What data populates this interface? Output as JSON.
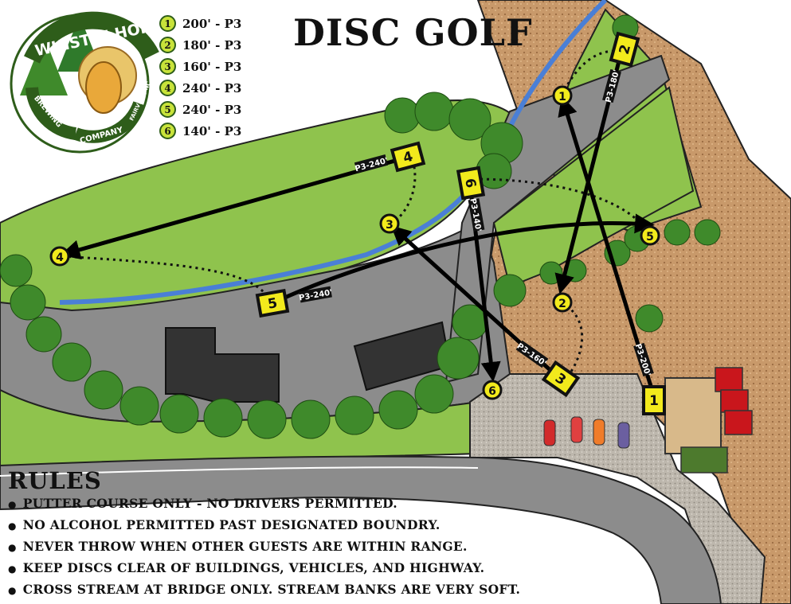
{
  "title": "DISC GOLF",
  "logo": {
    "top_text": "WHISTLE HOP",
    "left_text": "BREWING",
    "bottom_text": "COMPANY",
    "right_text": "FAIRVIEW, NC"
  },
  "legend": [
    {
      "hole": "1",
      "text": "200' - P3"
    },
    {
      "hole": "2",
      "text": "180' - P3"
    },
    {
      "hole": "3",
      "text": "160' - P3"
    },
    {
      "hole": "4",
      "text": "240' - P3"
    },
    {
      "hole": "5",
      "text": "240' - P3"
    },
    {
      "hole": "6",
      "text": "140' - P3"
    }
  ],
  "tees": [
    "1",
    "2",
    "3",
    "4",
    "5",
    "6"
  ],
  "baskets": [
    "1",
    "2",
    "3",
    "4",
    "5",
    "6"
  ],
  "distance_labels": [
    "P3-200'",
    "P3-180'",
    "P3-160'",
    "P3-240'",
    "P3-240'",
    "P3-140'"
  ],
  "rules": {
    "title": "RULES",
    "items": [
      "PUTTER COURSE ONLY - NO DRIVERS PERMITTED.",
      "NO ALCOHOL PERMITTED PAST DESIGNATED BOUNDRY.",
      "NEVER THROW WHEN OTHER GUESTS ARE WITHIN RANGE.",
      "KEEP DISCS CLEAR OF BUILDINGS, VEHICLES, AND HIGHWAY.",
      "CROSS STREAM AT BRIDGE ONLY. STREAM BANKS ARE VERY SOFT."
    ]
  },
  "colors": {
    "grass": "#8fbf4d",
    "road": "#8c8c8c",
    "mulch": "#c79a6a",
    "stream": "#4a7fd6",
    "gravel": "#b8b2a8",
    "tree": "#3e8a2a",
    "marker": "#f2ea1c"
  }
}
